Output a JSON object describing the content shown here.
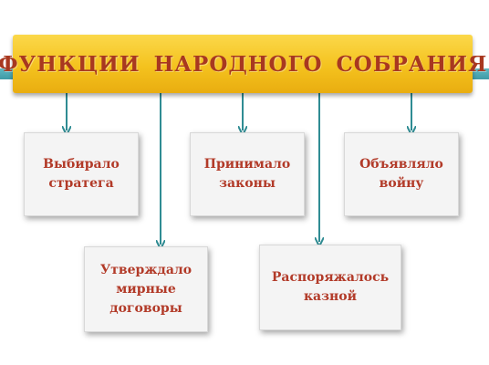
{
  "title": "ФУНКЦИИ НАРОДНОГО СОБРАНИЯ",
  "functions": [
    {
      "id": "elect-strategist",
      "text": "Выбирало\nстратега"
    },
    {
      "id": "pass-laws",
      "text": "Принимало\nзаконы"
    },
    {
      "id": "declare-war",
      "text": "Объявляло\nвойну"
    },
    {
      "id": "approve-treaties",
      "text": "Утверждало\nмирные\nдоговоры"
    },
    {
      "id": "manage-treasury",
      "text": "Распоряжалось\nказной"
    }
  ],
  "colors": {
    "title_bar": "#f4c21e",
    "title_text": "#a83820",
    "connector": "#2f8c93",
    "box_fill": "#f4f4f4",
    "box_text": "#b23a28"
  }
}
